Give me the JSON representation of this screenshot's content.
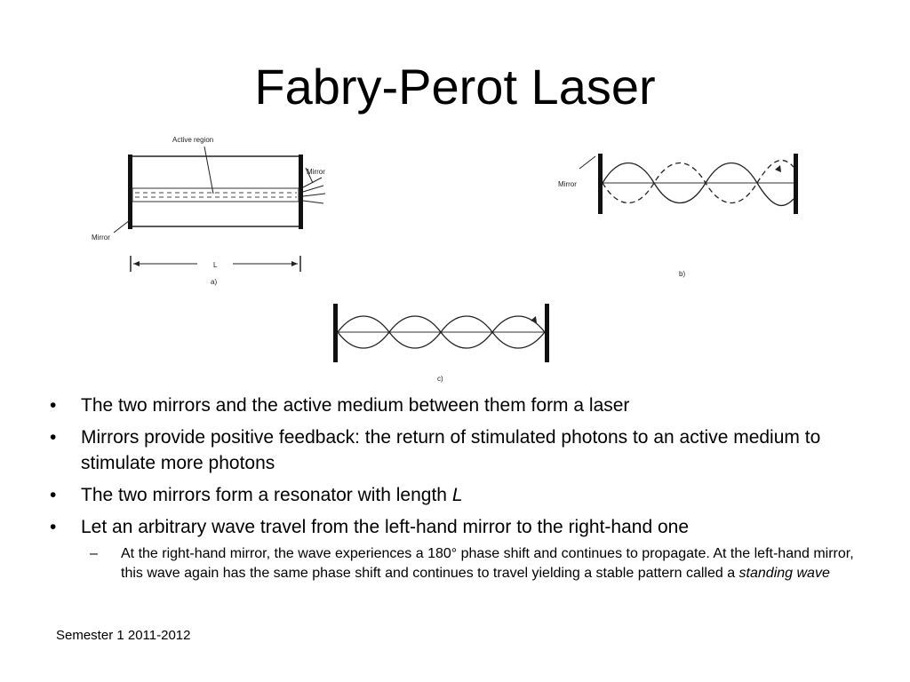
{
  "slide": {
    "title": "Fabry-Perot Laser",
    "footer": "Semester 1 2011-2012"
  },
  "figure": {
    "a": {
      "active_region_label": "Active region",
      "mirror_right_label": "Mirror",
      "mirror_left_label": "Mirror",
      "length_label": "L",
      "panel_label": "a)"
    },
    "b": {
      "mirror_label": "Mirror",
      "panel_label": "b)"
    },
    "c": {
      "panel_label": "c)"
    }
  },
  "bullets": [
    {
      "text": "The two mirrors and the active medium between them form a laser"
    },
    {
      "text": "Mirrors provide positive feedback: the return of stimulated photons to an active medium to stimulate more photons"
    },
    {
      "text": "The two mirrors form a resonator with length ",
      "emphasis": "L"
    },
    {
      "text": "Let an arbitrary wave travel from the left-hand mirror to the right-hand one"
    }
  ],
  "sub_bullet": {
    "text": "At the right-hand mirror, the wave experiences a 180° phase shift and continues to propagate. At the left-hand mirror, this wave again has the same phase shift and continues to travel yielding a stable pattern called a ",
    "emphasis": "standing wave"
  },
  "bullet_marker": "•",
  "sub_bullet_marker": "–"
}
